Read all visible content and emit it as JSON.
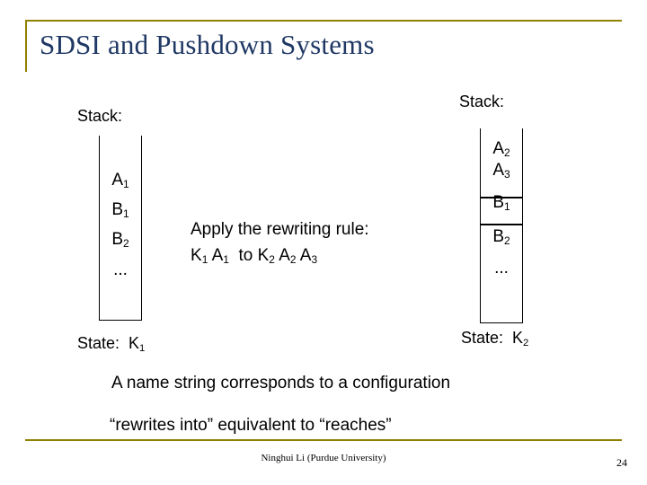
{
  "slide": {
    "title": "SDSI and Pushdown Systems",
    "accent_color": "#918100",
    "title_color": "#1f3864",
    "left": {
      "stack_label": "Stack:",
      "stack_items": [
        "A1",
        "B1",
        "B2",
        "..."
      ],
      "state_label": "State:",
      "state_value": "K1"
    },
    "right": {
      "stack_label": "Stack:",
      "stack_items": [
        "A2",
        "A3",
        "B1",
        "B2",
        "..."
      ],
      "state_label": "State:",
      "state_value": "K2"
    },
    "middle": {
      "apply_line_1": "Apply the rewriting rule:",
      "apply_line_2": "K1 A1  to K2 A2 A3"
    },
    "body": {
      "line_1": "A name string corresponds to a configuration",
      "line_2": "“rewrites into” equivalent to “reaches”"
    },
    "footer": {
      "center": "Ninghui Li (Purdue University)",
      "page_number": "24"
    }
  }
}
